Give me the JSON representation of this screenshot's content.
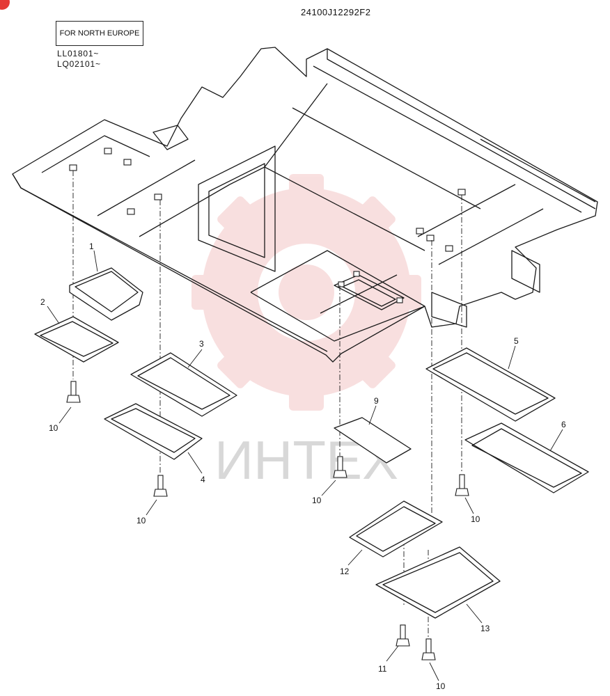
{
  "header": {
    "drawing_code": "24100J12292F2",
    "region_label": "FOR NORTH EUROPE",
    "serials": [
      "LL01801~",
      "LQ02101~"
    ]
  },
  "watermark": {
    "text": "ИНТЕХ",
    "color": "#f4c6c6"
  },
  "callouts": [
    "1",
    "2",
    "3",
    "4",
    "5",
    "6",
    "9",
    "10",
    "10",
    "10",
    "10",
    "10",
    "11",
    "12",
    "13"
  ],
  "colors": {
    "line": "#1a1a1a",
    "accent_dot": "#e53935"
  }
}
